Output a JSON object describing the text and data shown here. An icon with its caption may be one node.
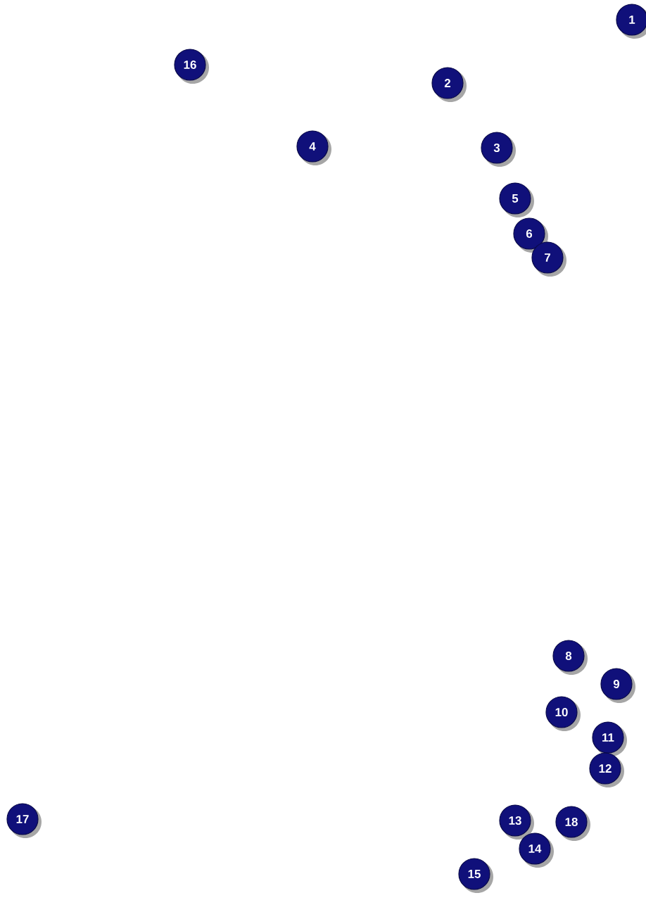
{
  "diagram": {
    "labels": [
      "1",
      "16",
      "2",
      "4",
      "3",
      "5",
      "6",
      "7",
      "8",
      "9",
      "10",
      "11",
      "12",
      "17",
      "13",
      "18",
      "14",
      "15"
    ]
  }
}
